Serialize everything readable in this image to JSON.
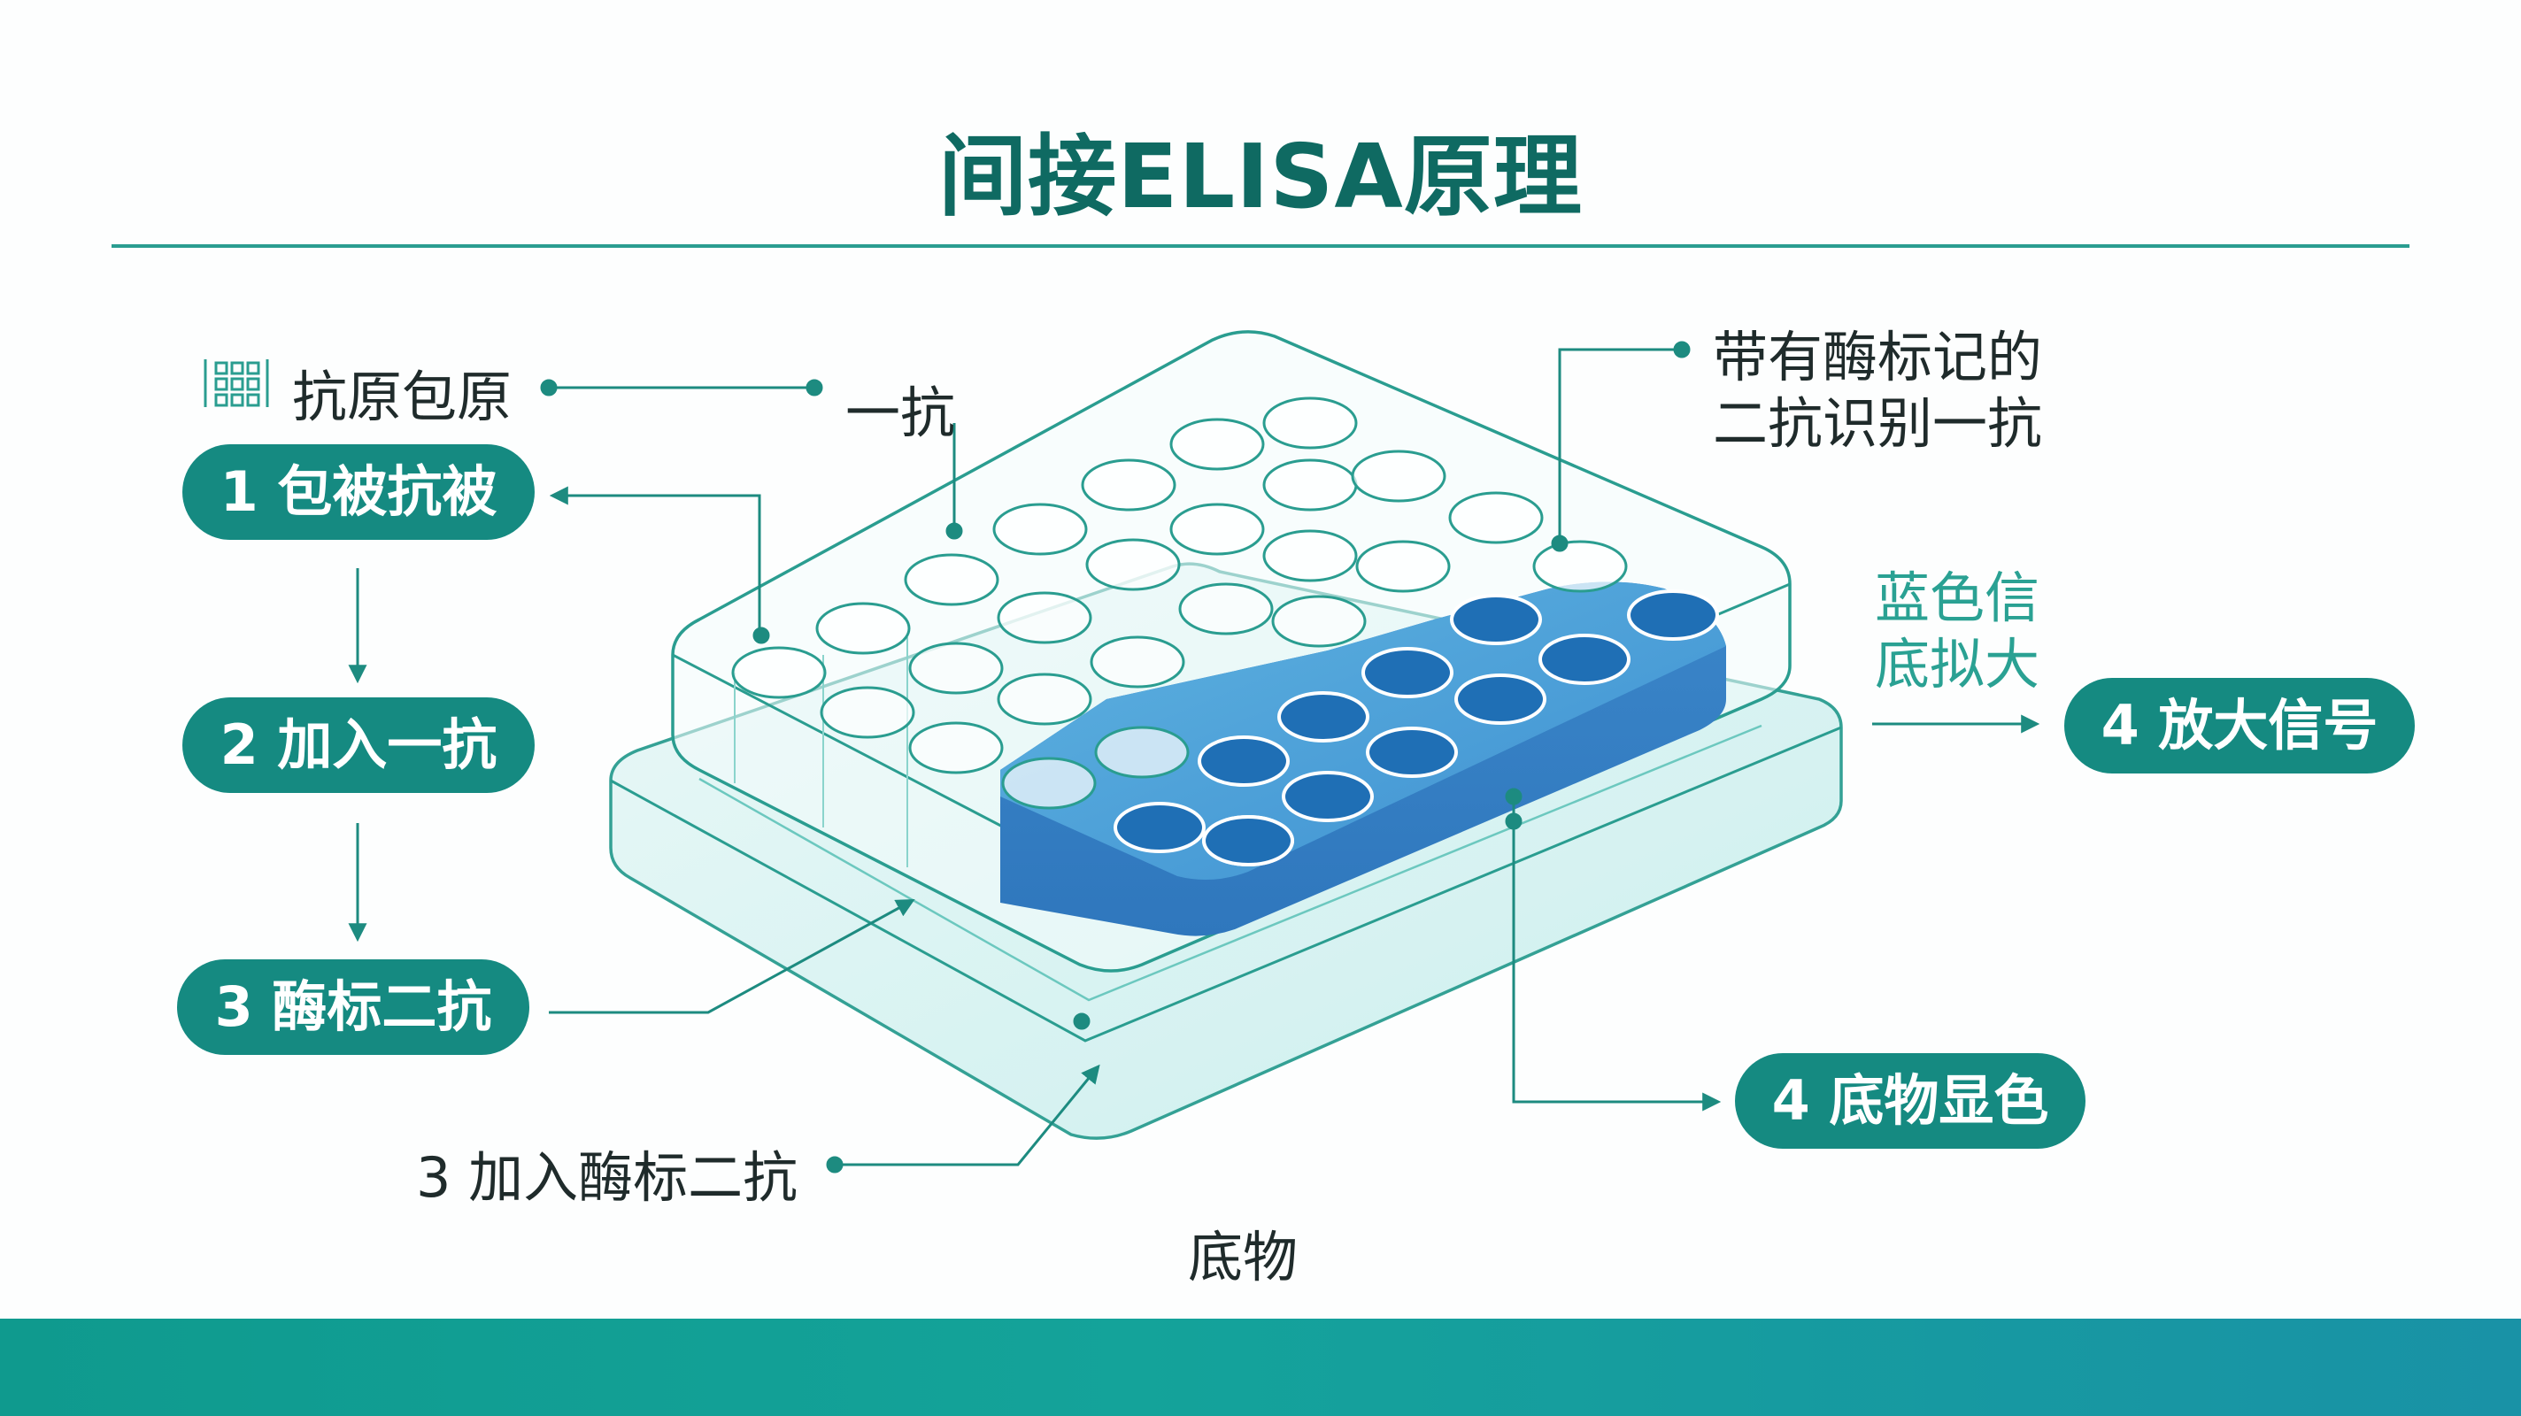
{
  "title": "间接ELISA原理",
  "colors": {
    "accent": "#158a81",
    "title": "#0f6a62",
    "outline": "#2a9d90",
    "plate_blue": "#3d8fd1",
    "band": "#14a39a"
  },
  "icons": {
    "legend": "plate-grid-icon"
  },
  "steps": {
    "s1": "1 包被抗被",
    "s2": "2 加入一抗",
    "s3": "3 酶标二抗",
    "s4_amplify": "4 放大信号",
    "s4_substrate": "4 底物显色"
  },
  "labels": {
    "antigen_coating": "抗原包原",
    "primary_antibody": "一抗",
    "enzyme_secondary_line1": "带有酶标记的",
    "enzyme_secondary_line2": "二抗识别一抗",
    "blue_signal_line1": "蓝色信",
    "blue_signal_line2": "底拟大",
    "add_enzyme_secondary": "3 加入酶标二抗",
    "substrate": "底物"
  }
}
